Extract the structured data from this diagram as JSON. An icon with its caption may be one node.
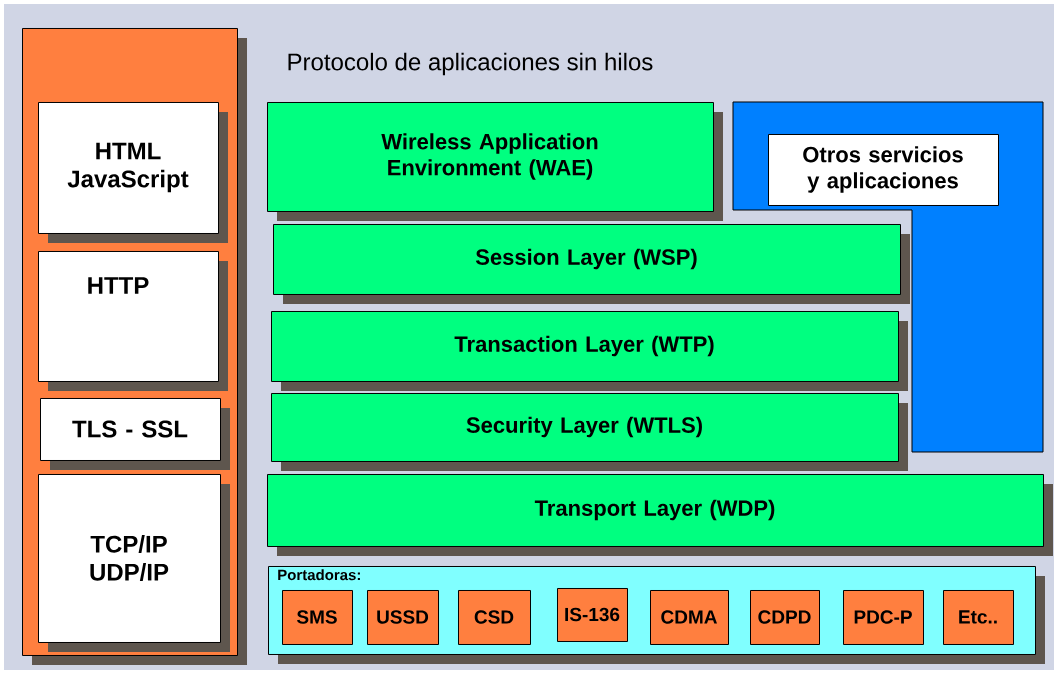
{
  "diagram": {
    "title": "Protocolo de aplicaciones sin hilos",
    "nodes": [
      {
        "text": [],
        "shape": "box"
      },
      {
        "text": [
          "HTML JavaScript"
        ],
        "in": 0
      },
      {
        "text": [
          "HTTP"
        ],
        "in": 0
      },
      {
        "text": [
          "TLS - SSL"
        ],
        "in": 0
      },
      {
        "text": [
          "TCP/IP UDP/IP"
        ],
        "in": 0
      },
      {
        "text": [
          "Wireless Application Environment (WAE)"
        ]
      },
      {
        "text": [],
        "shape": "box"
      },
      {
        "text": [
          "Otros servicios y aplicaciones"
        ],
        "in": 6
      },
      {
        "text": [
          "Session Layer (WSP)"
        ]
      },
      {
        "text": [
          "Transaction Layer (WTP)"
        ]
      },
      {
        "text": [
          "Security Layer (WTLS)"
        ]
      },
      {
        "text": [
          "Transport Layer (WDP)"
        ]
      },
      {
        "text": [
          "Portadoras:"
        ]
      },
      {
        "text": [
          "SMS"
        ],
        "in": 12
      },
      {
        "text": [
          "USSD"
        ],
        "in": 12
      },
      {
        "text": [
          "CSD"
        ],
        "in": 12
      },
      {
        "text": [
          "IS-136"
        ],
        "in": 12
      },
      {
        "text": [
          "CDMA"
        ],
        "in": 12
      },
      {
        "text": [
          "CDPD"
        ],
        "in": 12
      },
      {
        "text": [
          "PDC-P"
        ],
        "in": 12
      },
      {
        "text": [
          "Etc.."
        ],
        "in": 12
      }
    ]
  }
}
